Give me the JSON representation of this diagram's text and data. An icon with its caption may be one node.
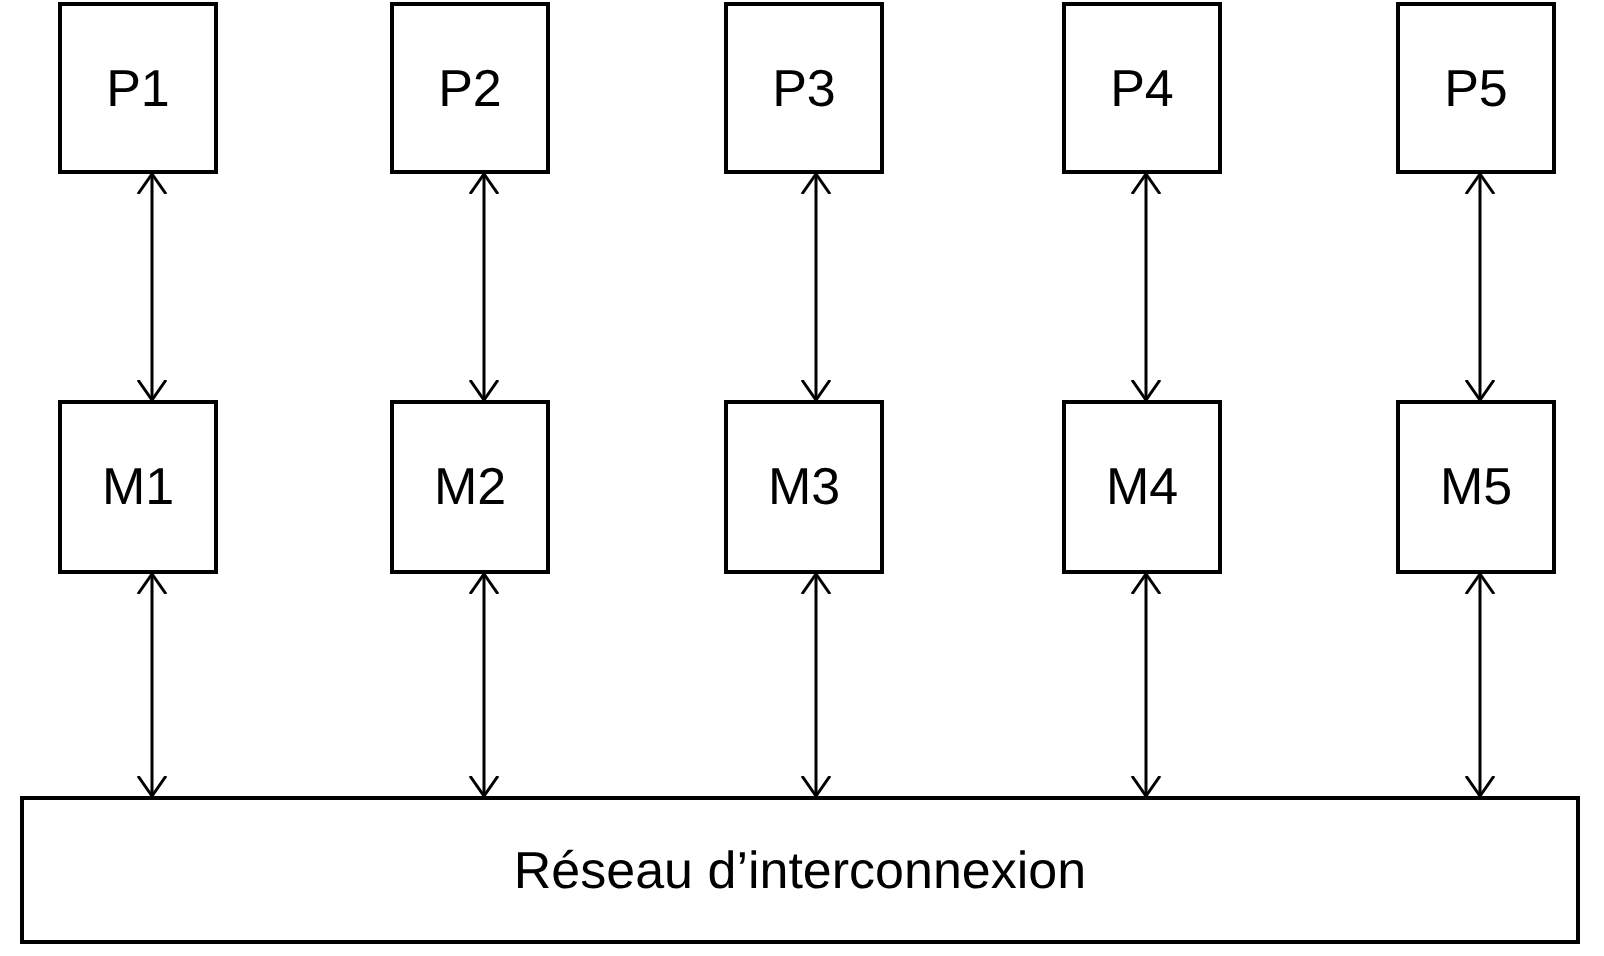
{
  "diagram": {
    "nodes": [
      {
        "text": [
          "P1"
        ]
      },
      {
        "text": [
          "P2"
        ]
      },
      {
        "text": [
          "P3"
        ]
      },
      {
        "text": [
          "P4"
        ]
      },
      {
        "text": [
          "P5"
        ]
      },
      {
        "text": [
          "M1"
        ]
      },
      {
        "text": [
          "M2"
        ]
      },
      {
        "text": [
          "M3"
        ]
      },
      {
        "text": [
          "M4"
        ]
      },
      {
        "text": [
          "M5"
        ]
      },
      {
        "text": [
          "Réseau d’interconnexion"
        ]
      }
    ],
    "edges": [
      {
        "from": 0,
        "to": 5,
        "arrow": "both"
      },
      {
        "from": 1,
        "to": 6,
        "arrow": "both"
      },
      {
        "from": 2,
        "to": 7,
        "arrow": "both"
      },
      {
        "from": 3,
        "to": 8,
        "arrow": "both"
      },
      {
        "from": 4,
        "to": 9,
        "arrow": "both"
      },
      {
        "from": 5,
        "to": 10,
        "arrow": "both"
      },
      {
        "from": 6,
        "to": 10,
        "arrow": "both"
      },
      {
        "from": 7,
        "to": 10,
        "arrow": "both"
      },
      {
        "from": 8,
        "to": 10,
        "arrow": "both"
      },
      {
        "from": 9,
        "to": 10,
        "arrow": "both"
      }
    ]
  }
}
